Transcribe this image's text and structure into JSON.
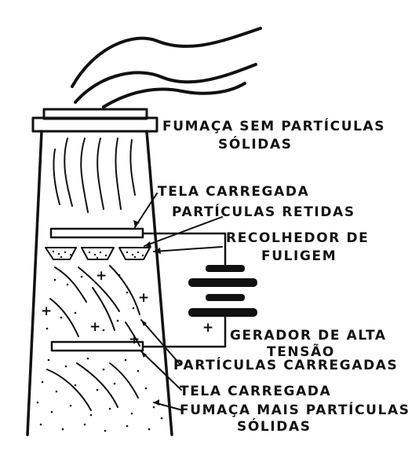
{
  "figure": {
    "ink_color": "#111111",
    "background_color": "#ffffff",
    "labels": {
      "clean_smoke_line1": "FUMAÇA SEM PARTÍCULAS",
      "clean_smoke_line2": "SÓLIDAS",
      "top_screen": "TELA CARREGADA",
      "retained_particles": "PARTÍCULAS RETIDAS",
      "soot_collector_line1": "RECOLHEDOR DE",
      "soot_collector_line2": "FULIGEM",
      "generator_line1": "GERADOR DE ALTA",
      "generator_line2": "TENSÃO",
      "charged_particles": "PARTÍCULAS CARREGADAS",
      "bottom_screen": "TELA CARREGADA",
      "dirty_smoke_line1": "FUMAÇA MAIS PARTÍCULAS",
      "dirty_smoke_line2": "SÓLIDAS"
    },
    "charge_signs": [
      "+",
      "+",
      "+",
      "+",
      "+",
      "+"
    ]
  }
}
